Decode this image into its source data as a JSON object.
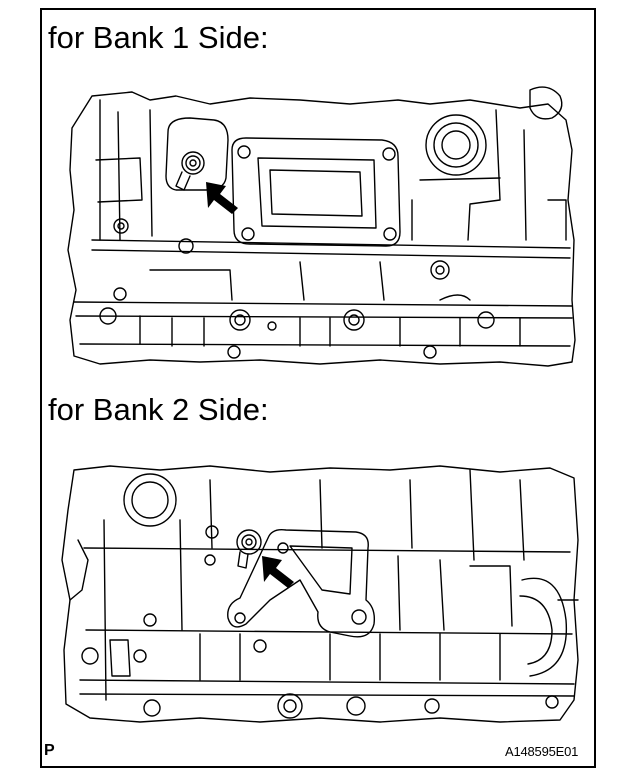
{
  "sections": [
    {
      "title": "for Bank 1 Side:"
    },
    {
      "title": "for Bank 2 Side:"
    }
  ],
  "footer": {
    "left_code": "P",
    "right_code": "A148595E01"
  }
}
